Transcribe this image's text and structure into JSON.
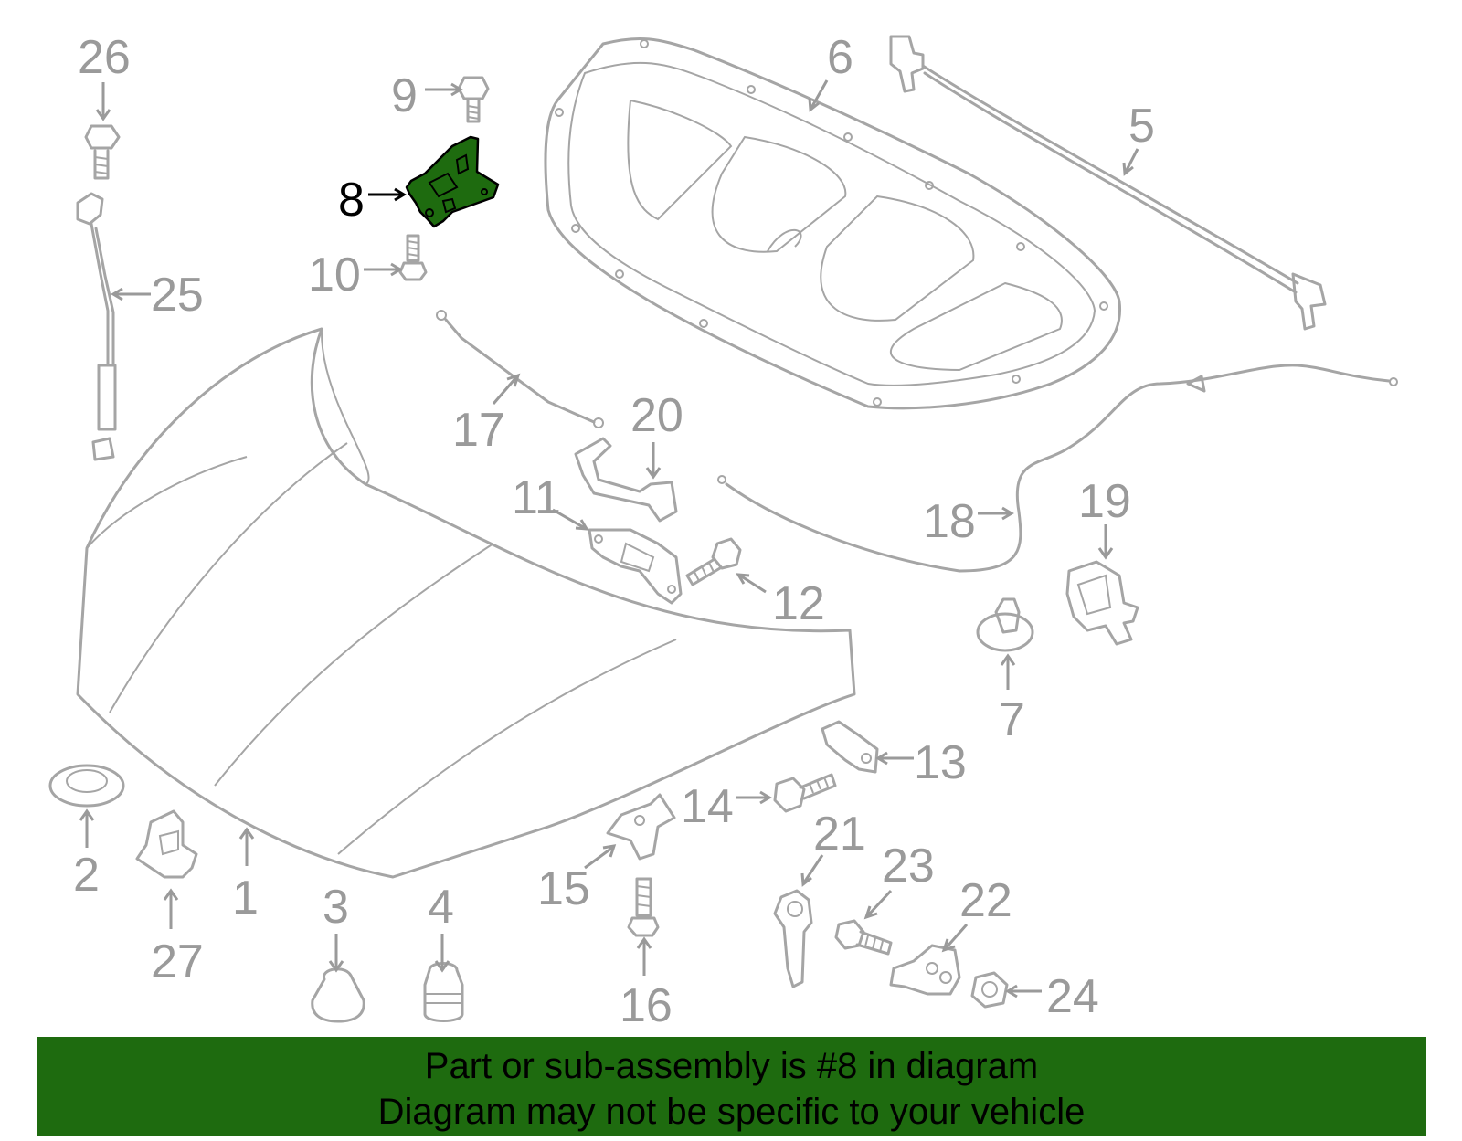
{
  "highlight_color": "#1e6b0f",
  "highlighted_part": "8",
  "callouts": {
    "c1": "1",
    "c2": "2",
    "c3": "3",
    "c4": "4",
    "c5": "5",
    "c6": "6",
    "c7": "7",
    "c8": "8",
    "c9": "9",
    "c10": "10",
    "c11": "11",
    "c12": "12",
    "c13": "13",
    "c14": "14",
    "c15": "15",
    "c16": "16",
    "c17": "17",
    "c18": "18",
    "c19": "19",
    "c20": "20",
    "c21": "21",
    "c22": "22",
    "c23": "23",
    "c24": "24",
    "c25": "25",
    "c26": "26",
    "c27": "27"
  },
  "banner": {
    "line1": "Part or sub-assembly is #8 in diagram",
    "line2": "Diagram may not be specific to your vehicle"
  }
}
